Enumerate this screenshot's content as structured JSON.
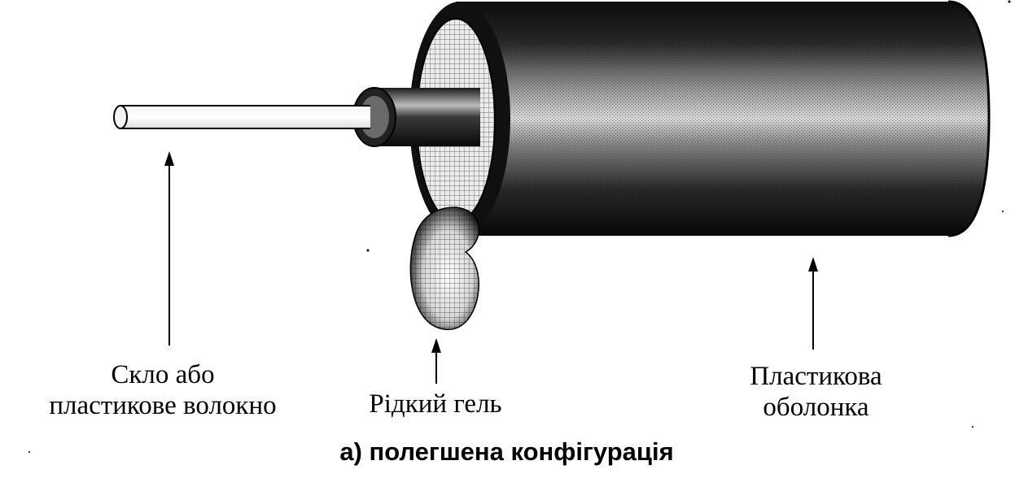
{
  "labels": {
    "fiber": [
      "Скло або",
      "пластикове волокно"
    ],
    "gel": "Рідкий гель",
    "jacket": [
      "Пластикова",
      "оболонка"
    ]
  },
  "caption": "а) полегшена конфігурація"
}
